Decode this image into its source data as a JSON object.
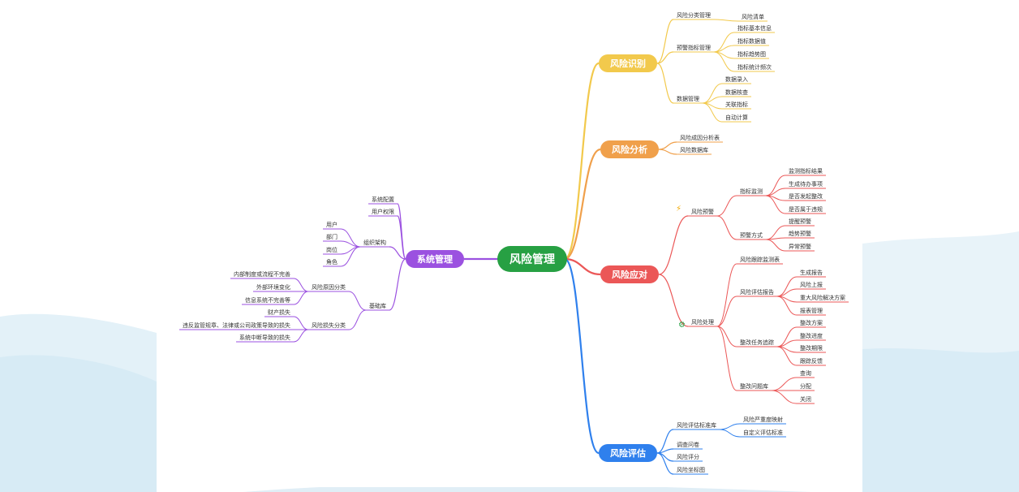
{
  "mindmap": {
    "root": "风险管理",
    "branches": [
      {
        "key": "identify",
        "label": "风险识别",
        "color": "#f2c94c",
        "children": [
          {
            "label": "风险分类管理",
            "children": [
              {
                "label": "风险清单"
              }
            ]
          },
          {
            "label": "预警指标管理",
            "children": [
              {
                "label": "指标基本信息"
              },
              {
                "label": "指标数据值"
              },
              {
                "label": "指标趋势图"
              },
              {
                "label": "指标统计频次"
              }
            ]
          },
          {
            "label": "数据管理",
            "children": [
              {
                "label": "数据录入"
              },
              {
                "label": "数据核查"
              },
              {
                "label": "关联指标"
              },
              {
                "label": "自动计算"
              }
            ]
          }
        ]
      },
      {
        "key": "analysis",
        "label": "风险分析",
        "color": "#f0a04b",
        "children": [
          {
            "label": "风险成因分析表"
          },
          {
            "label": "风险数据库"
          }
        ]
      },
      {
        "key": "response",
        "label": "风险应对",
        "color": "#eb5757",
        "children": [
          {
            "label": "风险预警",
            "icon": "lightning-icon",
            "children": [
              {
                "label": "指标监测",
                "children": [
                  {
                    "label": "监测指标结果"
                  },
                  {
                    "label": "生成待办事项"
                  },
                  {
                    "label": "是否发起整改"
                  },
                  {
                    "label": "是否属于违规"
                  }
                ]
              },
              {
                "label": "预警方式",
                "children": [
                  {
                    "label": "提醒预警"
                  },
                  {
                    "label": "趋势预警"
                  },
                  {
                    "label": "异常预警"
                  }
                ]
              }
            ]
          },
          {
            "label": "风险处理",
            "icon": "gear-icon",
            "children": [
              {
                "label": "风险跟踪监测表"
              },
              {
                "label": "风险评估报告",
                "children": [
                  {
                    "label": "生成报告"
                  },
                  {
                    "label": "风险上报"
                  },
                  {
                    "label": "重大风险解决方案"
                  },
                  {
                    "label": "报表管理"
                  }
                ]
              },
              {
                "label": "整改任务追踪",
                "children": [
                  {
                    "label": "整改方案"
                  },
                  {
                    "label": "整改进度"
                  },
                  {
                    "label": "整改期限"
                  },
                  {
                    "label": "跟踪反馈"
                  }
                ]
              },
              {
                "label": "整改问题库",
                "children": [
                  {
                    "label": "查询"
                  },
                  {
                    "label": "分配"
                  },
                  {
                    "label": "关闭"
                  }
                ]
              }
            ]
          }
        ]
      },
      {
        "key": "assess",
        "label": "风险评估",
        "color": "#2f80ed",
        "children": [
          {
            "label": "风险评估标准库",
            "children": [
              {
                "label": "风险严重度映射"
              },
              {
                "label": "自定义评估标准"
              }
            ]
          },
          {
            "label": "调查问卷"
          },
          {
            "label": "风险评分"
          },
          {
            "label": "风险坐标图"
          }
        ]
      },
      {
        "key": "system",
        "label": "系统管理",
        "color": "#9b51e0",
        "children": [
          {
            "label": "系统配置"
          },
          {
            "label": "用户权限"
          },
          {
            "label": "组织架构",
            "children": [
              {
                "label": "用户"
              },
              {
                "label": "部门"
              },
              {
                "label": "岗位"
              },
              {
                "label": "角色"
              }
            ]
          },
          {
            "label": "基础库",
            "children": [
              {
                "label": "风险原因分类",
                "children": [
                  {
                    "label": "内部制度或流程不完善"
                  },
                  {
                    "label": "外部环境变化"
                  },
                  {
                    "label": "信息系统不完善等"
                  }
                ]
              },
              {
                "label": "风险损失分类",
                "children": [
                  {
                    "label": "财产损失"
                  },
                  {
                    "label": "违反监管规章、法律或公司政策导致的损失"
                  },
                  {
                    "label": "系统中断导致的损失"
                  }
                ]
              }
            ]
          }
        ]
      }
    ],
    "colors": {
      "root": "#27a043",
      "identify": "#f2c94c",
      "analysis": "#f0a04b",
      "response": "#eb5757",
      "assess": "#2f80ed",
      "system": "#9b51e0",
      "bg_wave": "#e6f2f8"
    }
  }
}
